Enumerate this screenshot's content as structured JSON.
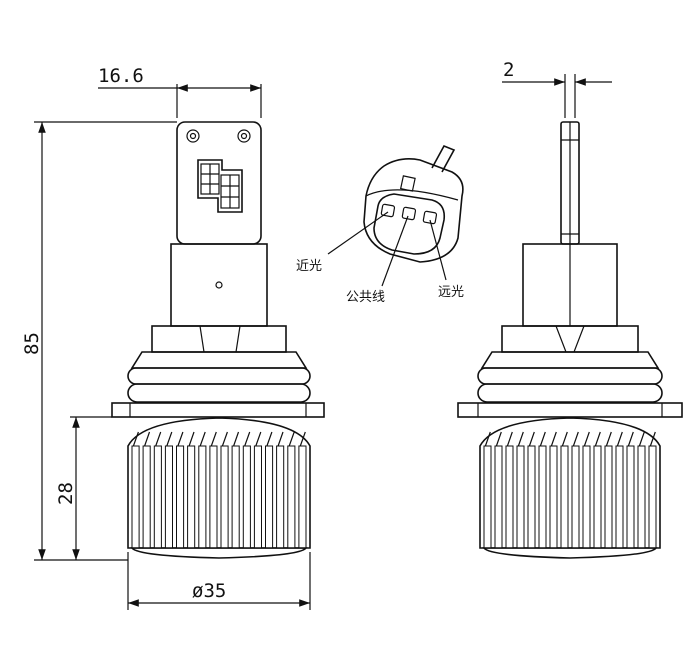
{
  "dimensions": {
    "plug_width": "16.6",
    "total_height": "85",
    "heatsink_height": "28",
    "heatsink_diameter": "ø35",
    "tab_thickness": "2"
  },
  "pin_labels": {
    "low_beam": "近光",
    "common_wire": "公共线",
    "high_beam": "远光"
  }
}
